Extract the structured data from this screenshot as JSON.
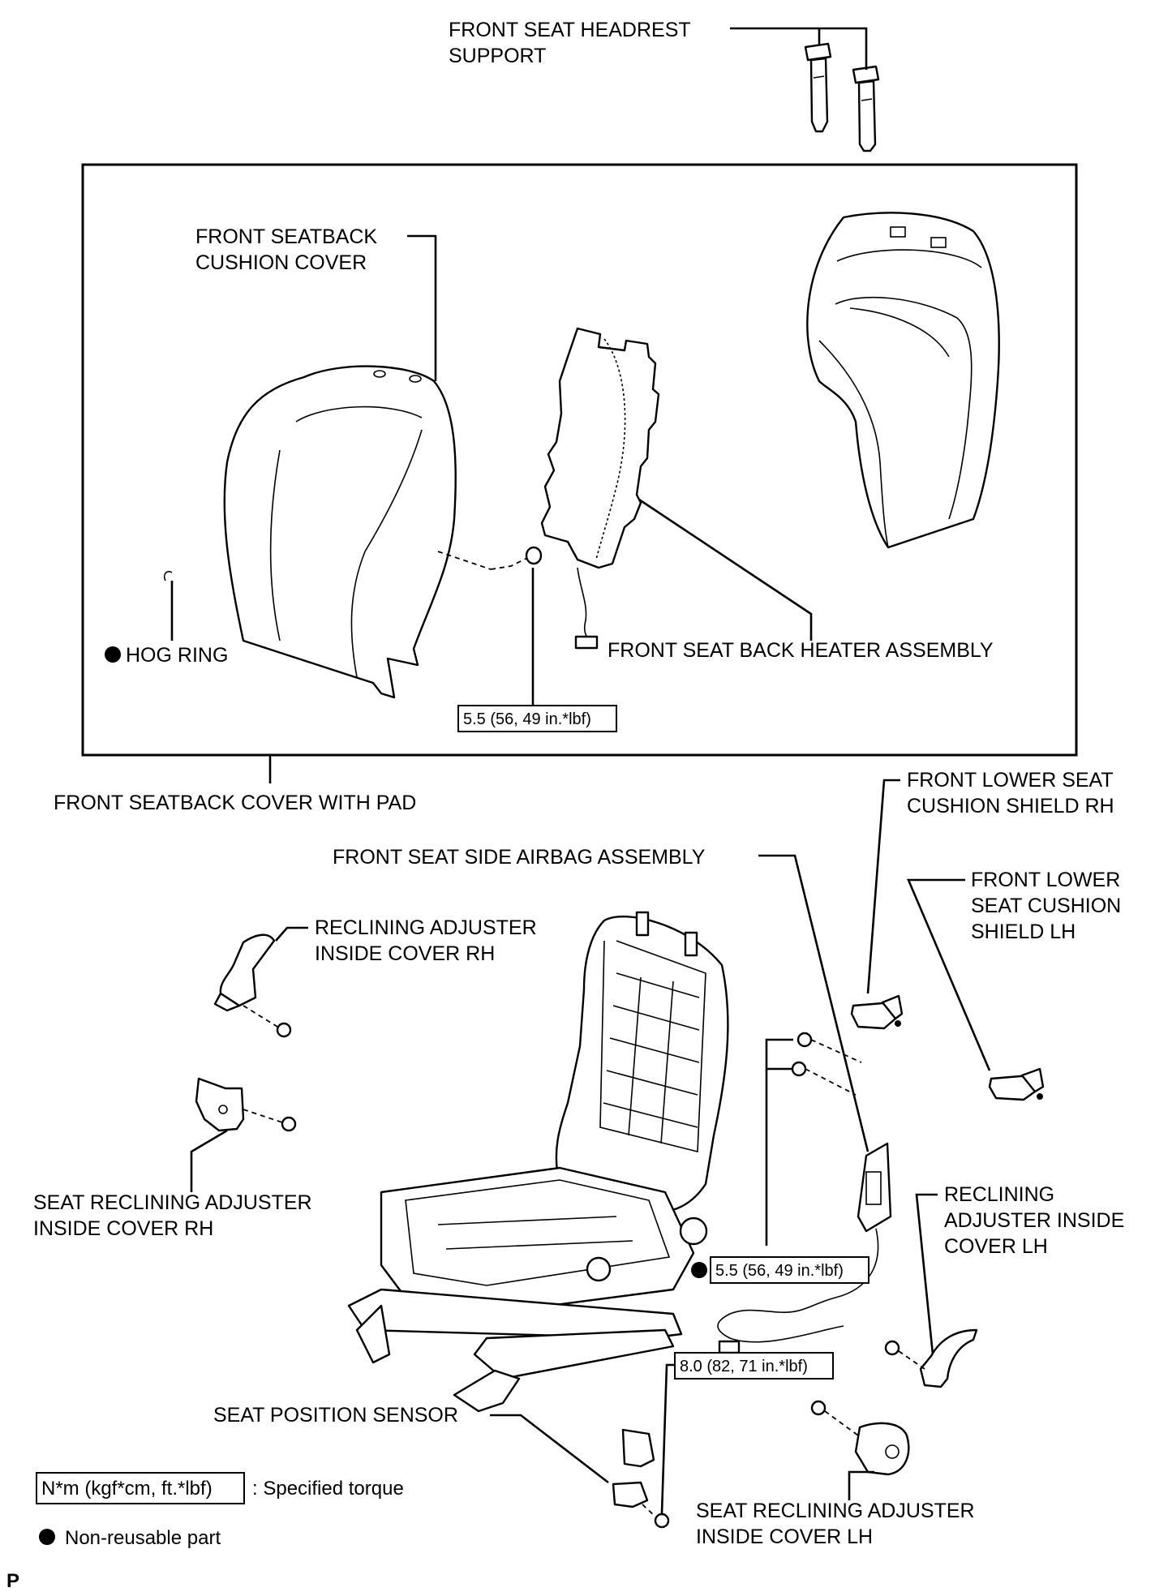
{
  "labels": {
    "headrest_support_1": "FRONT SEAT HEADREST",
    "headrest_support_2": "SUPPORT",
    "seatback_cushion_cover_1": "FRONT SEATBACK",
    "seatback_cushion_cover_2": "CUSHION COVER",
    "hog_ring": "HOG RING",
    "back_heater": "FRONT SEAT BACK HEATER ASSEMBLY",
    "seatback_cover_with_pad": "FRONT SEATBACK COVER WITH PAD",
    "lower_shield_rh_1": "FRONT LOWER SEAT",
    "lower_shield_rh_2": "CUSHION SHIELD RH",
    "side_airbag": "FRONT SEAT SIDE AIRBAG ASSEMBLY",
    "lower_shield_lh_1": "FRONT LOWER",
    "lower_shield_lh_2": "SEAT CUSHION",
    "lower_shield_lh_3": "SHIELD LH",
    "recl_adj_inside_rh_1": "RECLINING ADJUSTER",
    "recl_adj_inside_rh_2": "INSIDE COVER RH",
    "seat_recl_adj_rh_1": "SEAT RECLINING ADJUSTER",
    "seat_recl_adj_rh_2": "INSIDE COVER RH",
    "recl_adj_inside_lh_1": "RECLINING",
    "recl_adj_inside_lh_2": "ADJUSTER INSIDE",
    "recl_adj_inside_lh_3": "COVER LH",
    "seat_position_sensor": "SEAT POSITION SENSOR",
    "seat_recl_adj_lh_1": "SEAT RECLINING ADJUSTER",
    "seat_recl_adj_lh_2": "INSIDE COVER LH"
  },
  "torques": {
    "heater_nut": "5.5 (56, 49 in.*lbf)",
    "airbag_nut": "5.5 (56, 49 in.*lbf)",
    "sensor_bolt": "8.0 (82, 71 in.*lbf)"
  },
  "legend": {
    "torque_box": "N*m (kgf*cm, ft.*lbf)",
    "torque_desc": ": Specified torque",
    "non_reusable": "Non-reusable part"
  },
  "footer_code": "P"
}
